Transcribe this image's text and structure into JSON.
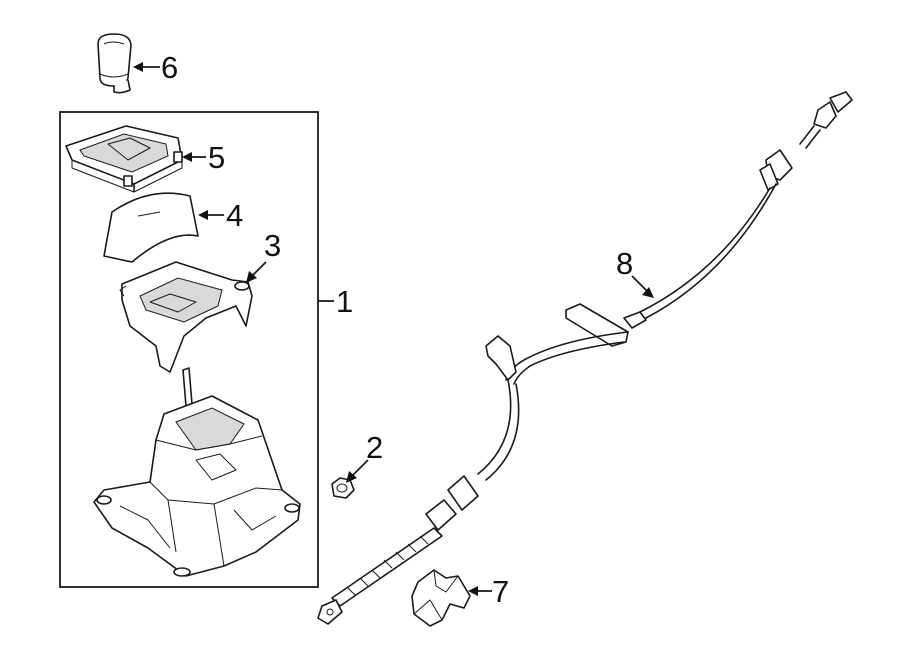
{
  "callouts": {
    "c1": "1",
    "c2": "2",
    "c3": "3",
    "c4": "4",
    "c5": "5",
    "c6": "6",
    "c7": "7",
    "c8": "8"
  },
  "parts": [
    {
      "callout": "1",
      "icon": "shifter-assembly-icon"
    },
    {
      "callout": "2",
      "icon": "hex-nut-icon"
    },
    {
      "callout": "3",
      "icon": "shifter-housing-icon"
    },
    {
      "callout": "4",
      "icon": "shift-boot-cover-icon"
    },
    {
      "callout": "5",
      "icon": "indicator-bezel-icon"
    },
    {
      "callout": "6",
      "icon": "shift-knob-icon"
    },
    {
      "callout": "7",
      "icon": "cable-bracket-icon"
    },
    {
      "callout": "8",
      "icon": "shift-cable-icon"
    }
  ],
  "colors": {
    "line": "#1a1a1a",
    "background": "#ffffff",
    "shade": "#d9d9d9"
  }
}
